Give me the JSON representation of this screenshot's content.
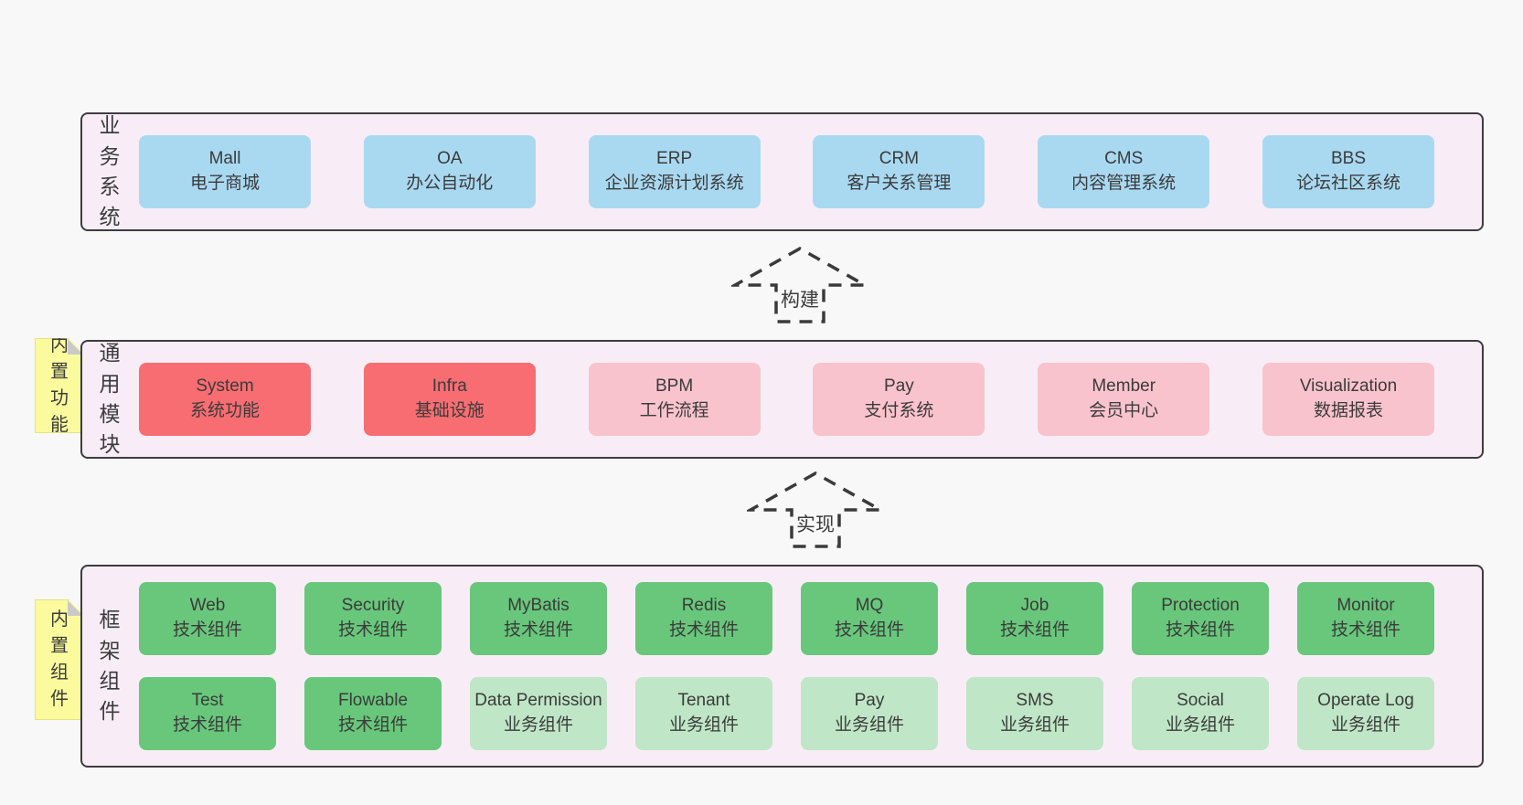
{
  "diagram": {
    "bands": [
      {
        "label": "业务系统",
        "boxes": [
          {
            "name": "Mall",
            "desc": "电子商城"
          },
          {
            "name": "OA",
            "desc": "办公自动化"
          },
          {
            "name": "ERP",
            "desc": "企业资源计划系统"
          },
          {
            "name": "CRM",
            "desc": "客户关系管理"
          },
          {
            "name": "CMS",
            "desc": "内容管理系统"
          },
          {
            "name": "BBS",
            "desc": "论坛社区系统"
          }
        ]
      },
      {
        "label": "通用模块",
        "sticky": "内置功能",
        "boxes": [
          {
            "name": "System",
            "desc": "系统功能"
          },
          {
            "name": "Infra",
            "desc": "基础设施"
          },
          {
            "name": "BPM",
            "desc": "工作流程"
          },
          {
            "name": "Pay",
            "desc": "支付系统"
          },
          {
            "name": "Member",
            "desc": "会员中心"
          },
          {
            "name": "Visualization",
            "desc": "数据报表"
          }
        ]
      },
      {
        "label": "框架组件",
        "sticky": "内置组件",
        "rows": [
          [
            {
              "name": "Web",
              "desc": "技术组件"
            },
            {
              "name": "Security",
              "desc": "技术组件"
            },
            {
              "name": "MyBatis",
              "desc": "技术组件"
            },
            {
              "name": "Redis",
              "desc": "技术组件"
            },
            {
              "name": "MQ",
              "desc": "技术组件"
            },
            {
              "name": "Job",
              "desc": "技术组件"
            },
            {
              "name": "Protection",
              "desc": "技术组件"
            },
            {
              "name": "Monitor",
              "desc": "技术组件"
            }
          ],
          [
            {
              "name": "Test",
              "desc": "技术组件"
            },
            {
              "name": "Flowable",
              "desc": "技术组件"
            },
            {
              "name": "Data Permission",
              "desc": "业务组件"
            },
            {
              "name": "Tenant",
              "desc": "业务组件"
            },
            {
              "name": "Pay",
              "desc": "业务组件"
            },
            {
              "name": "SMS",
              "desc": "业务组件"
            },
            {
              "name": "Social",
              "desc": "业务组件"
            },
            {
              "name": "Operate Log",
              "desc": "业务组件"
            }
          ]
        ]
      }
    ],
    "arrows": [
      {
        "label": "构建"
      },
      {
        "label": "实现"
      }
    ],
    "colors": {
      "page_bg": "#f8f8f8",
      "band_bg": "#f8edf6",
      "band_border": "#3d3d3d",
      "business_blue": "#a9d9f1",
      "core_red": "#f76d72",
      "optional_pink": "#f9c3cd",
      "tech_green": "#68c77b",
      "biz_light_green": "#bfe6c6",
      "sticky_yellow": "#fbfb9e",
      "text": "#3b3b3b"
    }
  }
}
